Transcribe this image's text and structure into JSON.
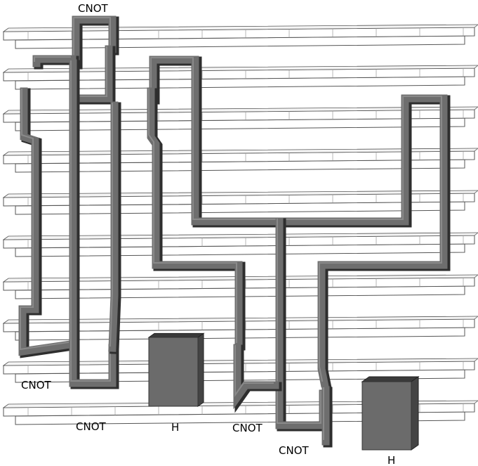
{
  "diagram": {
    "description_free": true,
    "colors": {
      "background": "#ffffff",
      "rail_fill": "#ffffff",
      "rail_stroke": "#555555",
      "defect_light": "#6e6e6e",
      "defect_dark": "#2e2e2e",
      "defect_top": "#8a8a8a",
      "gate_block": "#6b6b6b"
    },
    "labels": {
      "cnot_top": "CNOT",
      "cnot_left": "CNOT",
      "cnot_bottom_left": "CNOT",
      "h_left": "H",
      "cnot_bottom_middle": "CNOT",
      "cnot_bottom_right": "CNOT",
      "h_right": "H"
    },
    "rail_count": 10,
    "gates": [
      {
        "type": "CNOT",
        "label_key": "cnot_top"
      },
      {
        "type": "CNOT",
        "label_key": "cnot_left"
      },
      {
        "type": "CNOT",
        "label_key": "cnot_bottom_left"
      },
      {
        "type": "H",
        "label_key": "h_left"
      },
      {
        "type": "CNOT",
        "label_key": "cnot_bottom_middle"
      },
      {
        "type": "CNOT",
        "label_key": "cnot_bottom_right"
      },
      {
        "type": "H",
        "label_key": "h_right"
      }
    ]
  }
}
